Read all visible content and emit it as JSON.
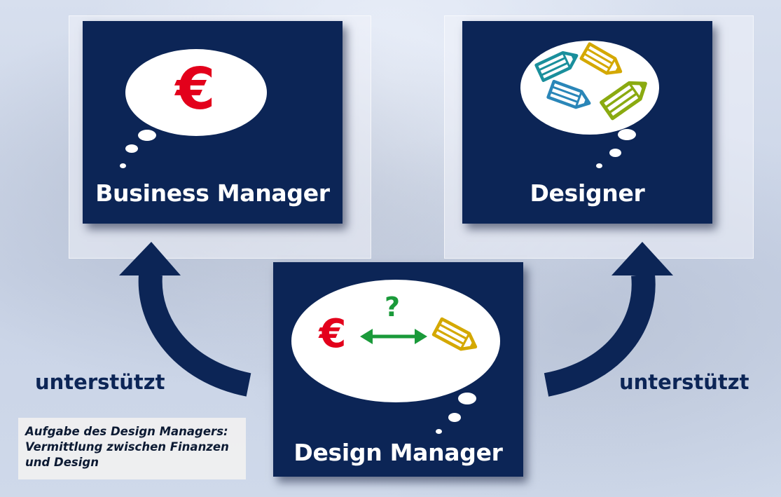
{
  "boxes": {
    "business_manager": {
      "title": "Business Manager",
      "symbol": "€"
    },
    "designer": {
      "title": "Designer"
    },
    "design_manager": {
      "title": "Design Manager",
      "symbol": "€",
      "question": "?"
    }
  },
  "labels": {
    "left_support": "unterstützt",
    "right_support": "unterstützt"
  },
  "caption": {
    "lines": [
      "Aufgabe des Design Managers:",
      "Vermittlung zwischen Finanzen",
      "und Design"
    ]
  },
  "colors": {
    "box": "#0c2556",
    "euro": "#e3001b",
    "arrow_green": "#1a9a3a",
    "pencil_teal": "#1a8f9c",
    "pencil_gold": "#d4a800",
    "pencil_blue": "#2a86b8",
    "pencil_lime": "#8aaa10"
  },
  "icons": [
    "euro-icon",
    "pencil-icon",
    "question-icon",
    "double-arrow-icon",
    "curved-arrow-icon"
  ]
}
